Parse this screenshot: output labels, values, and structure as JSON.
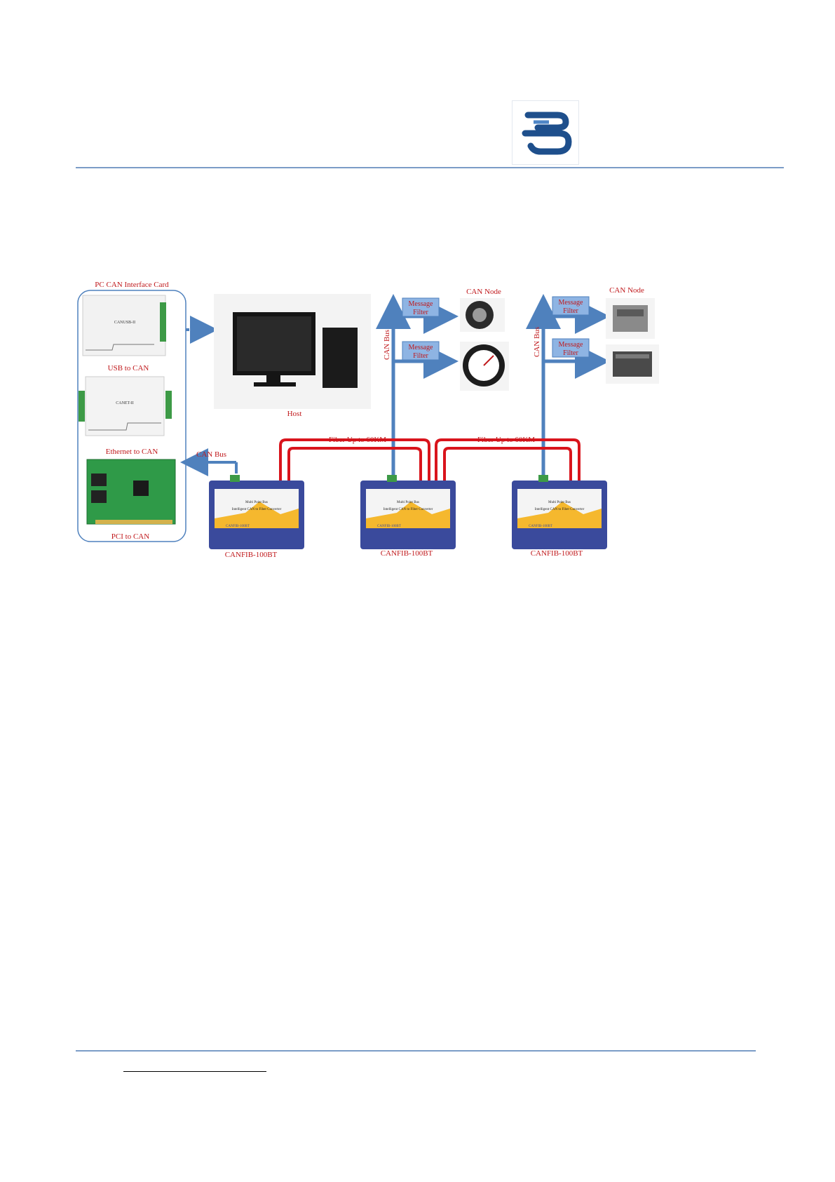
{
  "colors": {
    "rule": "#7b9cc7",
    "label_red": "#c0191c",
    "arrow_blue": "#4f81bd",
    "fiber_red": "#d9141c",
    "device_blue": "#3a4a9c",
    "device_yellow": "#f5b82e",
    "filter_fill": "#8eb4e3"
  },
  "logo": {
    "name": "company-logo"
  },
  "diagram": {
    "pc_card_title": "PC CAN Interface Card",
    "usb_card_label": "CANUSB-II",
    "usb_caption": "USB to CAN",
    "eth_card_label": "CANET-II",
    "eth_caption": "Ethernet to CAN",
    "pci_caption": "PCI to CAN",
    "host_caption": "Host",
    "can_bus_left": "CAN Bus",
    "can_bus_mid": "CAN Bus",
    "can_bus_right": "CAN Bus",
    "fiber_1": "Fiber Up to 60KM",
    "fiber_2": "Fiber Up to 60KM",
    "can_node_1": "CAN Node",
    "can_node_2": "CAN Node",
    "msg_filter_line1": "Message",
    "msg_filter_line2": "Filter",
    "device_name": "CANFIB-100BT",
    "device_line1": "Multi Point Bus",
    "device_line2": "Intelligent CAN to Fiber Converter",
    "device_strip": "CANFIB-100BT"
  }
}
